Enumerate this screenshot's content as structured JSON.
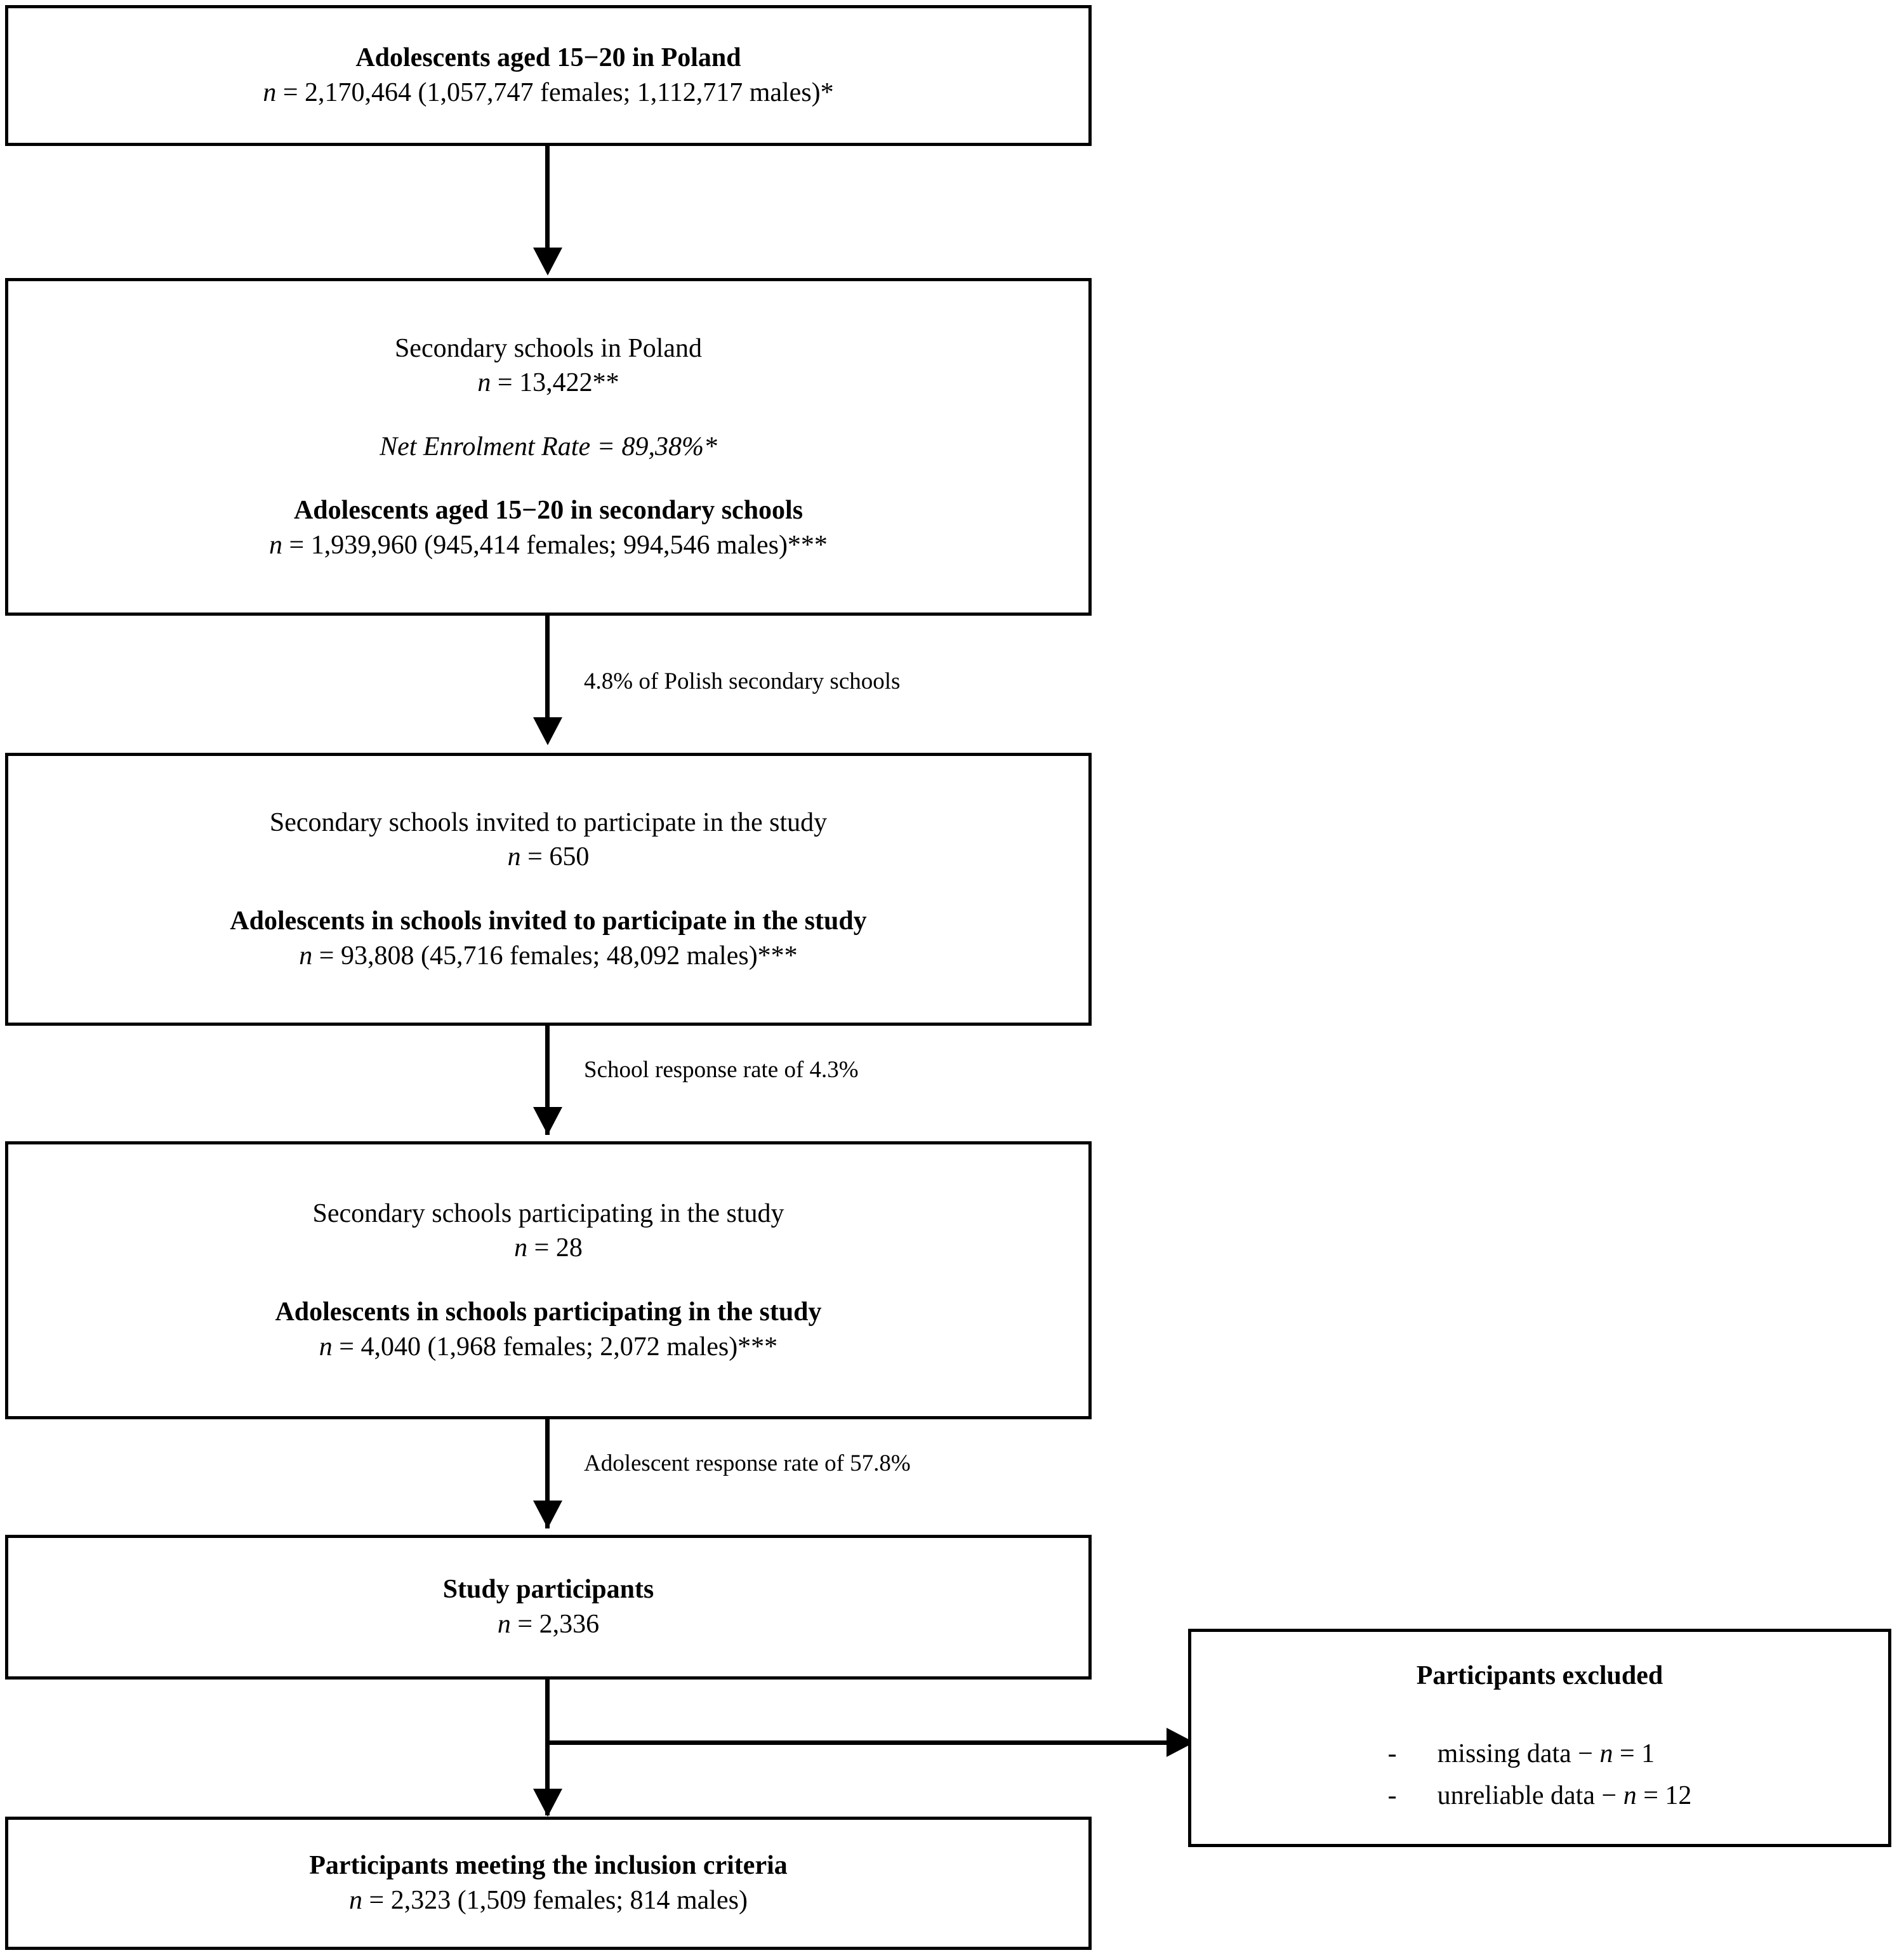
{
  "figure": {
    "type": "flowchart",
    "orientation": "top-down",
    "title": "Study participant recruitment flow diagram"
  },
  "nodes": [
    {
      "id": "population",
      "name": "adolescents-in-poland",
      "lines": [
        {
          "text": "Adolescents aged 15−20 in Poland",
          "style": "bold"
        },
        {
          "text": "n = 2,170,464 (1,057,747 females; 1,112,717 males)*",
          "style": "normal"
        }
      ]
    },
    {
      "id": "schools",
      "name": "secondary-schools-in-poland",
      "lines": [
        {
          "text": "Secondary schools in Poland",
          "style": "normal"
        },
        {
          "text": "n = 13,422**",
          "style": "normal"
        },
        {
          "text": "Net Enrolment Rate = 89,38%*",
          "style": "italic"
        },
        {
          "text": "Adolescents aged 15−20 in secondary schools",
          "style": "bold"
        },
        {
          "text": "n = 1,939,960 (945,414 females; 994,546 males)***",
          "style": "normal"
        }
      ]
    },
    {
      "id": "invited",
      "name": "schools-invited",
      "lines": [
        {
          "text": "Secondary schools invited to participate in the study",
          "style": "normal"
        },
        {
          "text": "n = 650",
          "style": "normal"
        },
        {
          "text": "Adolescents in schools invited to participate in the study",
          "style": "bold"
        },
        {
          "text": "n = 93,808 (45,716 females; 48,092 males)***",
          "style": "normal"
        }
      ]
    },
    {
      "id": "participating",
      "name": "schools-participating",
      "lines": [
        {
          "text": "Secondary schools participating in the study",
          "style": "normal"
        },
        {
          "text": "n = 28",
          "style": "normal"
        },
        {
          "text": "Adolescents in schools participating in the study",
          "style": "bold"
        },
        {
          "text": "n = 4,040 (1,968 females; 2,072 males)***",
          "style": "normal"
        }
      ]
    },
    {
      "id": "study_participants",
      "name": "study-participants",
      "lines": [
        {
          "text": "Study participants",
          "style": "bold"
        },
        {
          "text": "n = 2,336",
          "style": "normal"
        }
      ]
    },
    {
      "id": "included",
      "name": "participants-meeting-inclusion-criteria",
      "lines": [
        {
          "text": "Participants meeting the inclusion criteria",
          "style": "bold"
        },
        {
          "text": "n = 2,323 (1,509 females; 814 males)",
          "style": "normal"
        }
      ]
    },
    {
      "id": "excluded",
      "name": "participants-excluded",
      "heading": "Participants excluded",
      "items": [
        {
          "bullet": "-",
          "text": "missing data − n = 1"
        },
        {
          "bullet": "-",
          "text": "unreliable data − n = 12"
        }
      ]
    }
  ],
  "edges": [
    {
      "from": "population",
      "to": "schools",
      "label": ""
    },
    {
      "from": "schools",
      "to": "invited",
      "label": "4.8% of Polish secondary schools"
    },
    {
      "from": "invited",
      "to": "participating",
      "label": "School response rate of 4.3%"
    },
    {
      "from": "participating",
      "to": "study_participants",
      "label": "Adolescent response rate of 57.8%"
    },
    {
      "from": "study_participants",
      "to": "included",
      "label": ""
    },
    {
      "from": "study_participants",
      "to": "excluded",
      "label": ""
    }
  ],
  "colors": {
    "stroke": "#000000",
    "fill": "#ffffff",
    "text": "#000000"
  }
}
